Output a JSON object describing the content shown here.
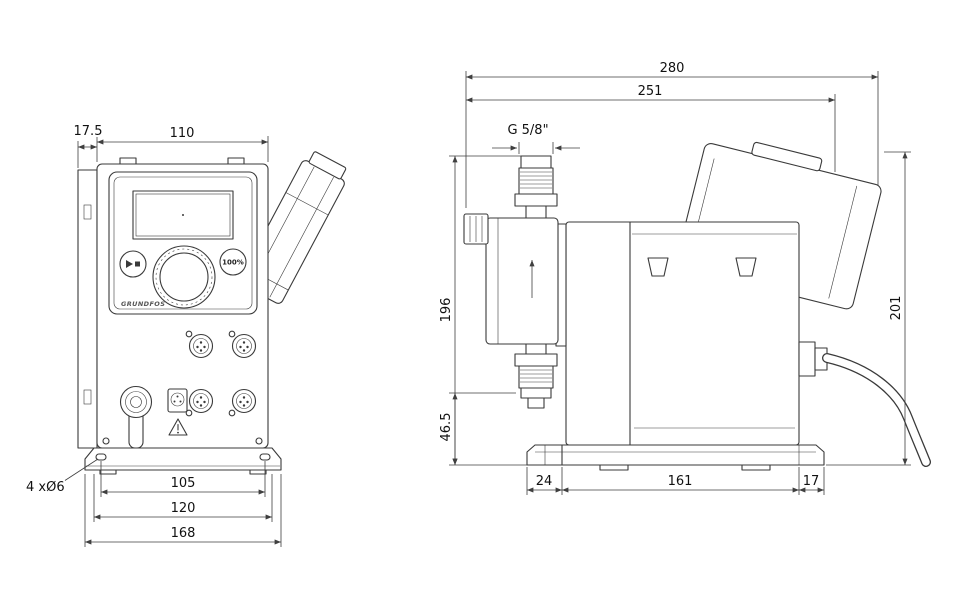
{
  "front": {
    "dim_offset": "17.5",
    "dim_width_top": "110",
    "dim_holes": "105",
    "dim_plate": "120",
    "dim_overall": "168",
    "holes_label": "4 xØ6",
    "button_100_label": "100%",
    "brand": "GRUNDFOS"
  },
  "side": {
    "dim_overall": "280",
    "dim_body": "251",
    "thread_label": "G 5/8\"",
    "dim_height": "196",
    "dim_valve_height": "46.5",
    "dim_back_height": "201",
    "dim_base_front": "24",
    "dim_base_mid": "161",
    "dim_base_rear": "17"
  }
}
